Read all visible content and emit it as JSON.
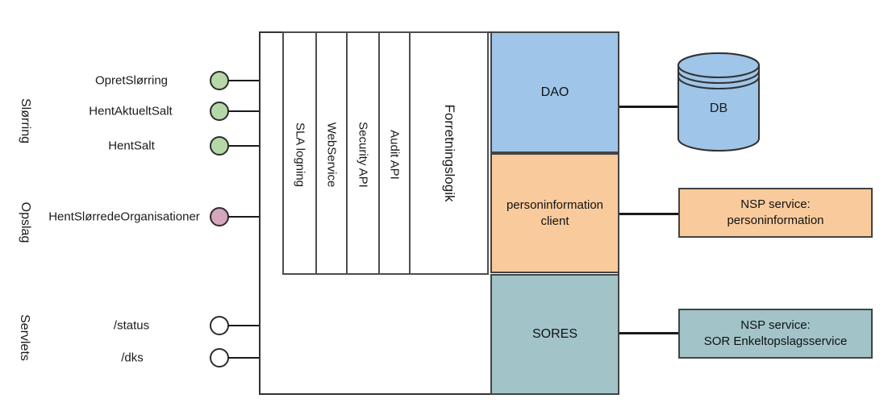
{
  "colors": {
    "module_blue": "#9fc5e8",
    "module_orange": "#f9cb9c",
    "module_teal": "#a2c4c9",
    "port_green": "#b6d7a8",
    "port_magenta": "#d5a6bd",
    "port_white": "#ffffff",
    "line": "#1a1a1a"
  },
  "lanes": [
    {
      "label": "Slørring"
    },
    {
      "label": "Opslag"
    },
    {
      "label": "Servlets"
    }
  ],
  "endpoints": [
    {
      "label": "OpretSlørring",
      "lane": "Slørring",
      "port_color": "#b6d7a8"
    },
    {
      "label": "HentAktueltSalt",
      "lane": "Slørring",
      "port_color": "#b6d7a8"
    },
    {
      "label": "HentSalt",
      "lane": "Slørring",
      "port_color": "#b6d7a8"
    },
    {
      "label": "HentSlørredeOrganisationer",
      "lane": "Opslag",
      "port_color": "#d5a6bd"
    },
    {
      "label": "/status",
      "lane": "Servlets",
      "port_color": "#ffffff"
    },
    {
      "label": "/dks",
      "lane": "Servlets",
      "port_color": "#ffffff"
    }
  ],
  "layers": [
    {
      "label": "SLA logning"
    },
    {
      "label": "WebService"
    },
    {
      "label": "Security API"
    },
    {
      "label": "Audit API"
    },
    {
      "label": "Forretningslogik"
    }
  ],
  "modules": [
    {
      "label": "DAO",
      "color": "#9fc5e8"
    },
    {
      "label_line1": "personinformation",
      "label_line2": "client",
      "color": "#f9cb9c"
    },
    {
      "label": "SORES",
      "color": "#a2c4c9"
    }
  ],
  "externals": [
    {
      "label": "DB",
      "shape": "cylinder",
      "color": "#9fc5e8"
    },
    {
      "label_line1": "NSP service:",
      "label_line2": "personinformation",
      "shape": "box",
      "color": "#f9cb9c"
    },
    {
      "label_line1": "NSP service:",
      "label_line2": "SOR Enkeltopslagsservice",
      "shape": "box",
      "color": "#a2c4c9"
    }
  ]
}
